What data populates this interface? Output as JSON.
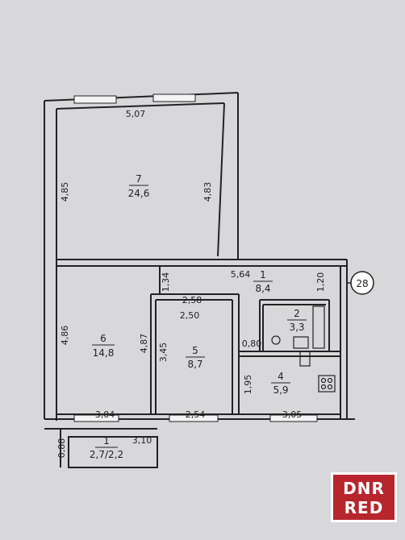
{
  "building_number": "28",
  "rooms": [
    {
      "id": "1",
      "area": "8,4"
    },
    {
      "id": "2",
      "area": "3,3"
    },
    {
      "id": "4",
      "area": "5,9"
    },
    {
      "id": "5",
      "area": "8,7"
    },
    {
      "id": "6",
      "area": "14,8"
    },
    {
      "id": "7",
      "area": "24,6"
    },
    {
      "id": "1",
      "area": "2,7/2,2"
    }
  ],
  "dimensions": {
    "top_width": "5,07",
    "left_upper": "4,85",
    "room7_right": "4,83",
    "corridor_width": "5,64",
    "corridor_side": "1,20",
    "stub": "1,34",
    "room5_top_outer": "2,58",
    "room5_top_inner": "2,50",
    "left_lower": "4,86",
    "room6_right": "4,87",
    "room5_left": "3,45",
    "room2_width": "0,80",
    "room4_left": "1,95",
    "bottom_room6": "3,04",
    "bottom_room5": "2,54",
    "bottom_room4": "3,05",
    "balcony_width": "3,10",
    "balcony_depth": "0,88"
  },
  "watermark": {
    "line1": "DNR",
    "line2": "RED"
  }
}
